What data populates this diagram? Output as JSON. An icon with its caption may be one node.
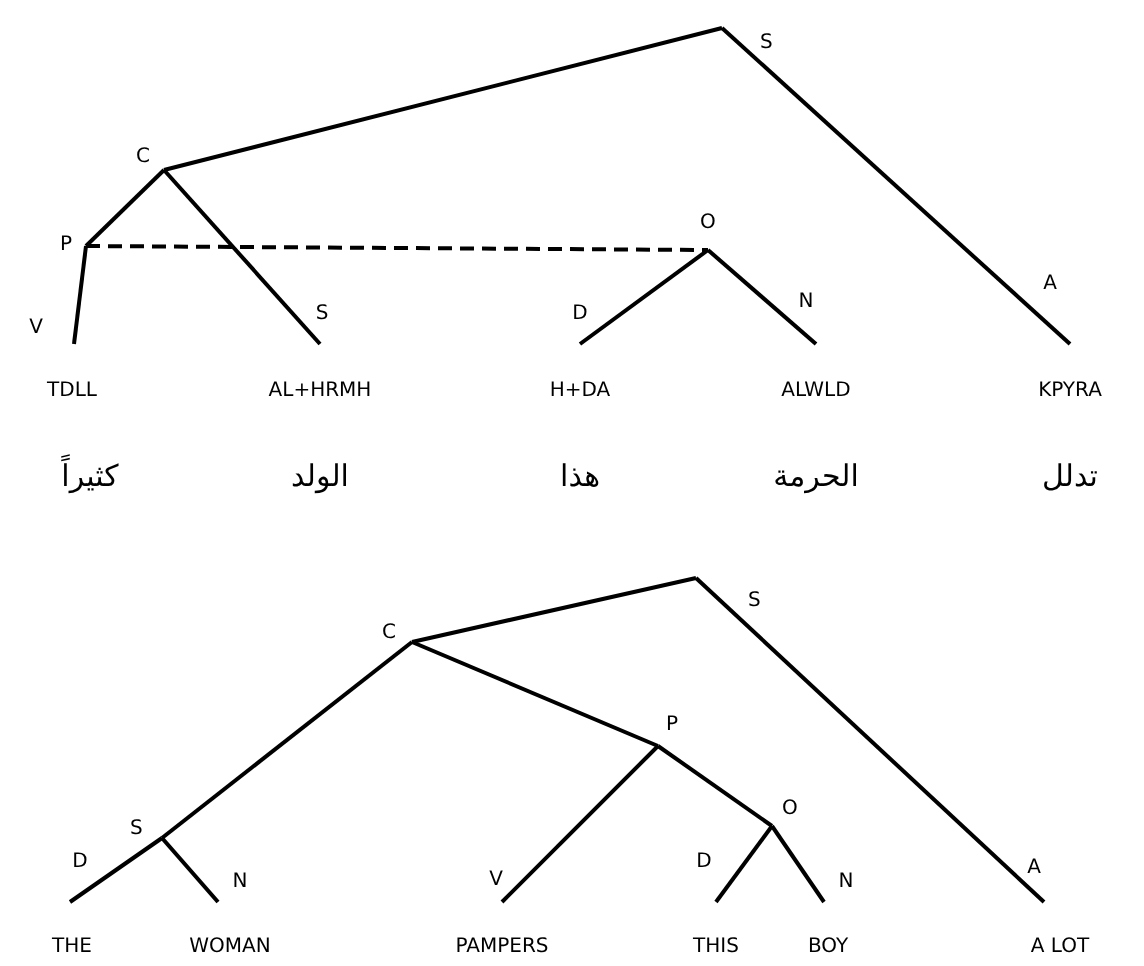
{
  "diagram": {
    "nodes": [
      {
        "text": [
          "S"
        ]
      },
      {
        "text": [
          "C"
        ]
      },
      {
        "text": [
          "P"
        ]
      },
      {
        "text": [
          "O"
        ]
      },
      {
        "text": [
          "TDLL"
        ]
      },
      {
        "text": [
          "AL+HRMH"
        ]
      },
      {
        "text": [
          "H+DA"
        ]
      },
      {
        "text": [
          "ALWLD"
        ]
      },
      {
        "text": [
          "KPYRA"
        ]
      },
      {
        "text": [
          "S"
        ]
      },
      {
        "text": [
          "C"
        ]
      },
      {
        "text": [
          "P"
        ]
      },
      {
        "text": [
          "O"
        ]
      },
      {
        "text": [
          "S"
        ]
      },
      {
        "text": [
          "THE"
        ]
      },
      {
        "text": [
          "WOMAN"
        ]
      },
      {
        "text": [
          "PAMPERS"
        ]
      },
      {
        "text": [
          "THIS"
        ]
      },
      {
        "text": [
          "BOY"
        ]
      },
      {
        "text": [
          "A LOT"
        ]
      }
    ],
    "edges": [
      {
        "from": 0,
        "to": 1,
        "arrow": "none"
      },
      {
        "from": 0,
        "to": 8,
        "arrow": "none",
        "label": "A"
      },
      {
        "from": 1,
        "to": 2,
        "arrow": "none"
      },
      {
        "from": 1,
        "to": 5,
        "arrow": "none",
        "label": "S"
      },
      {
        "from": 2,
        "to": 4,
        "arrow": "none",
        "label": "V"
      },
      {
        "from": 2,
        "to": 3,
        "arrow": "none",
        "style": "dashed"
      },
      {
        "from": 3,
        "to": 6,
        "arrow": "none",
        "label": "D"
      },
      {
        "from": 3,
        "to": 7,
        "arrow": "none",
        "label": "N"
      },
      {
        "from": 9,
        "to": 10,
        "arrow": "none"
      },
      {
        "from": 9,
        "to": 19,
        "arrow": "none",
        "label": "A"
      },
      {
        "from": 10,
        "to": 13,
        "arrow": "none"
      },
      {
        "from": 10,
        "to": 11,
        "arrow": "none"
      },
      {
        "from": 13,
        "to": 14,
        "arrow": "none",
        "label": "D"
      },
      {
        "from": 13,
        "to": 15,
        "arrow": "none",
        "label": "N"
      },
      {
        "from": 11,
        "to": 16,
        "arrow": "none",
        "label": "V"
      },
      {
        "from": 11,
        "to": 12,
        "arrow": "none"
      },
      {
        "from": 12,
        "to": 17,
        "arrow": "none",
        "label": "D"
      },
      {
        "from": 12,
        "to": 18,
        "arrow": "none",
        "label": "N"
      }
    ],
    "labels": [
      "كثيراً",
      "الولد",
      "هذا",
      "الحرمة",
      "تدلل"
    ]
  }
}
